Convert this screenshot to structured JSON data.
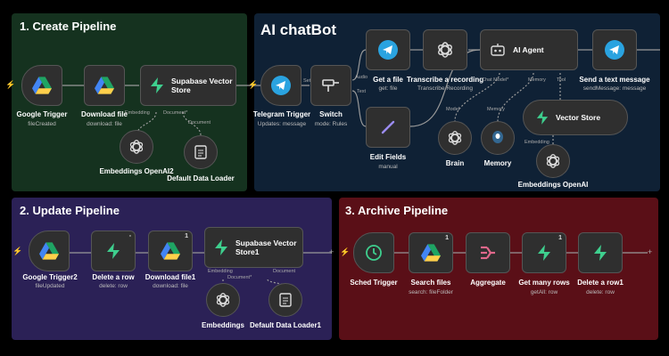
{
  "colors": {
    "create_bg": "#15321f",
    "chatbot_bg": "#0f2135",
    "update_bg": "#2b2156",
    "archive_bg": "#5a0f17",
    "node_bg": "#2f2f2f",
    "supabase_green": "#3ecf8e",
    "telegram_blue": "#2aa3e0",
    "gdrive_yellow": "#f3c02d",
    "pink": "#e0688b",
    "trigger_red": "#e4533f"
  },
  "groups": {
    "create": "1. Create Pipeline",
    "chatbot": "AI chatBot",
    "update": "2. Update Pipeline",
    "archive": "3. Archive Pipeline"
  },
  "create": {
    "google_trigger": {
      "label": "Google Trigger",
      "sub": "fileCreated",
      "icon": "google-drive-icon"
    },
    "download": {
      "label": "Download file",
      "sub": "download: file",
      "icon": "google-drive-icon"
    },
    "supabase": {
      "label": "Supabase Vector Store",
      "icon": "supabase-icon"
    },
    "embeddings": {
      "label": "Embeddings OpenAI2",
      "icon": "openai-icon"
    },
    "loader": {
      "label": "Default Data Loader",
      "icon": "document-icon"
    },
    "port_embedding": "Embedding",
    "port_document": "Document*",
    "port_document2": "Document"
  },
  "chatbot": {
    "telegram_trigger": {
      "label": "Telegram Trigger",
      "sub": "Updates: message",
      "icon": "telegram-icon"
    },
    "switch": {
      "label": "Switch",
      "sub": "mode: Rules",
      "icon": "switch-icon"
    },
    "get_file": {
      "label": "Get a file",
      "sub": "get: file",
      "icon": "telegram-icon"
    },
    "transcribe": {
      "label": "Transcribe a recording",
      "sub": "Transcribe Recording",
      "icon": "openai-icon"
    },
    "ai_agent": {
      "label": "AI Agent",
      "icon": "robot-icon"
    },
    "send_message": {
      "label": "Send a text message",
      "sub": "sendMessage: message",
      "icon": "telegram-icon"
    },
    "edit_fields": {
      "label": "Edit Fields",
      "sub": "manual",
      "icon": "pencil-icon"
    },
    "brain": {
      "label": "Brain",
      "icon": "openai-icon"
    },
    "memory": {
      "label": "Memory",
      "icon": "postgres-icon"
    },
    "vector_store": {
      "label": "Vector Store",
      "icon": "supabase-icon"
    },
    "embeddings": {
      "label": "Embeddings OpenAI",
      "icon": "openai-icon"
    },
    "port_audio": "Audio",
    "port_text": "Text",
    "port_chat_model": "Chat Model*",
    "port_memory": "Memory",
    "port_tool": "Tool",
    "port_model": "Model",
    "port_memory2": "Memory",
    "port_embedding": "Embedding",
    "port_set": "Set"
  },
  "update": {
    "google_trigger": {
      "label": "Google Trigger2",
      "sub": "fileUpdated",
      "icon": "google-drive-icon"
    },
    "delete_row": {
      "label": "Delete a row",
      "sub": "delete: row",
      "icon": "supabase-icon"
    },
    "download": {
      "label": "Download file1",
      "sub": "download: file",
      "icon": "google-drive-icon",
      "badge": "1"
    },
    "supabase": {
      "label": "Supabase Vector Store1",
      "icon": "supabase-icon"
    },
    "embeddings": {
      "label": "Embeddings",
      "icon": "openai-icon"
    },
    "loader": {
      "label": "Default Data Loader1",
      "icon": "document-icon"
    },
    "port_embedding": "Embedding",
    "port_document": "Document*",
    "port_document2": "Document"
  },
  "archive": {
    "sched": {
      "label": "Sched Trigger",
      "icon": "clock-icon"
    },
    "search": {
      "label": "Search files",
      "sub": "search: fileFolder",
      "icon": "google-drive-icon",
      "badge": "1"
    },
    "aggregate": {
      "label": "Aggregate",
      "icon": "aggregate-icon"
    },
    "get_rows": {
      "label": "Get many rows",
      "sub": "getAll: row",
      "icon": "supabase-icon",
      "badge": "1"
    },
    "delete_row": {
      "label": "Delete a row1",
      "sub": "delete: row",
      "icon": "supabase-icon"
    }
  }
}
